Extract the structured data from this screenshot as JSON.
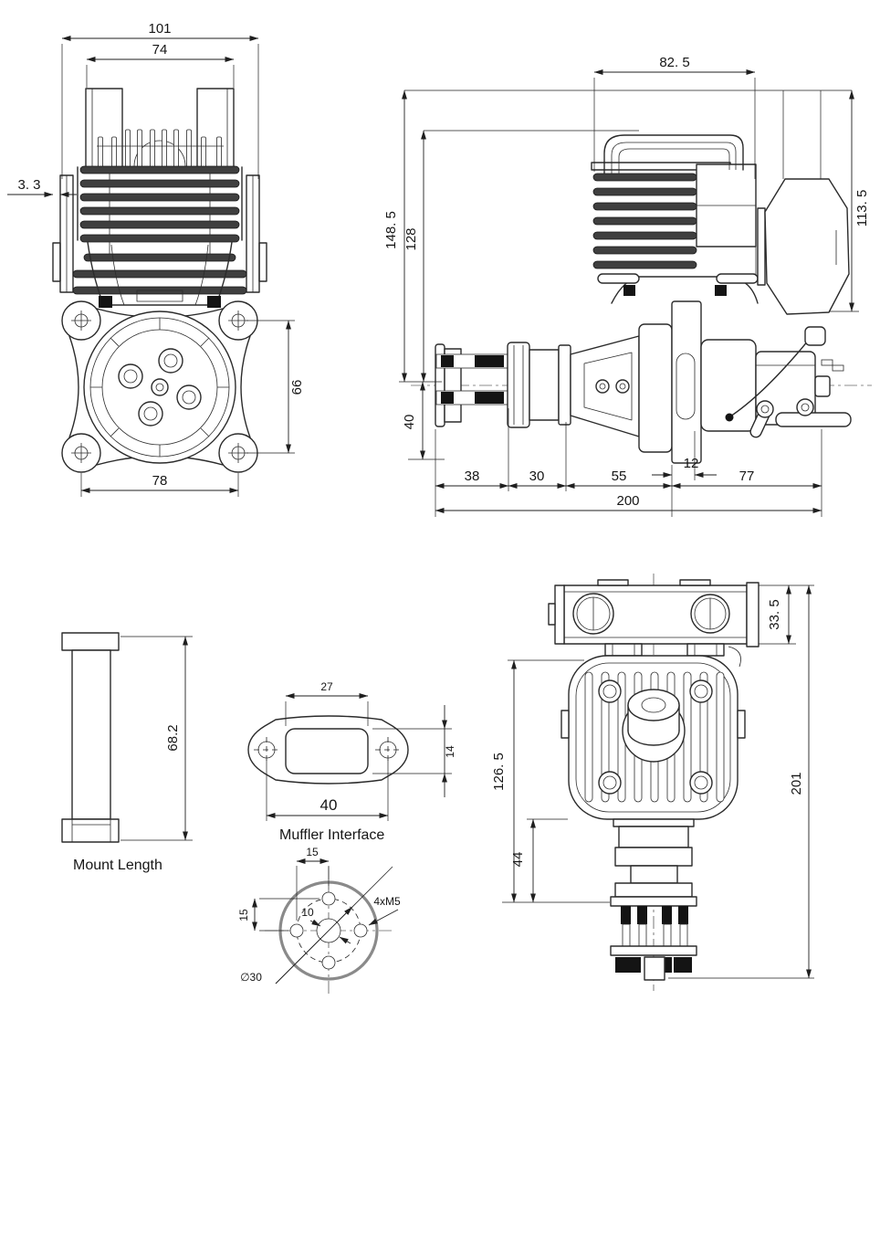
{
  "views": {
    "front": {
      "dim_overall_width": "101",
      "dim_head_width": "74",
      "dim_rail_offset": "3. 3",
      "dim_mount_holes_vertical": "66",
      "dim_mount_holes_horizontal": "78"
    },
    "side": {
      "dim_head_width": "82. 5",
      "dim_height_overall": "148. 5",
      "dim_height_fins": "128",
      "dim_height_rear": "113. 5",
      "dim_axis_to_base": "40",
      "dim_prop_hub": "38",
      "dim_drive_spacer": "30",
      "dim_crank_nose": "55",
      "dim_flange_thickness": "12",
      "dim_rear_section": "77",
      "dim_length_overall": "200"
    },
    "mount": {
      "caption": "Mount Length",
      "dim_length": "68.2"
    },
    "muffler": {
      "caption": "Muffler Interface",
      "dim_port_width": "27",
      "dim_port_height": "14",
      "dim_bolt_spacing": "40"
    },
    "hub_pattern": {
      "dim_bolt_offset_x": "15",
      "dim_bolt_offset_y": "15",
      "dim_center_bore": "10",
      "dim_bolt_thread": "4xM5",
      "dim_bolt_circle": "∅30"
    },
    "top": {
      "dim_carb_height": "33. 5",
      "dim_head_to_hub": "126. 5",
      "dim_hub_section": "44",
      "dim_height_overall": "201"
    }
  }
}
